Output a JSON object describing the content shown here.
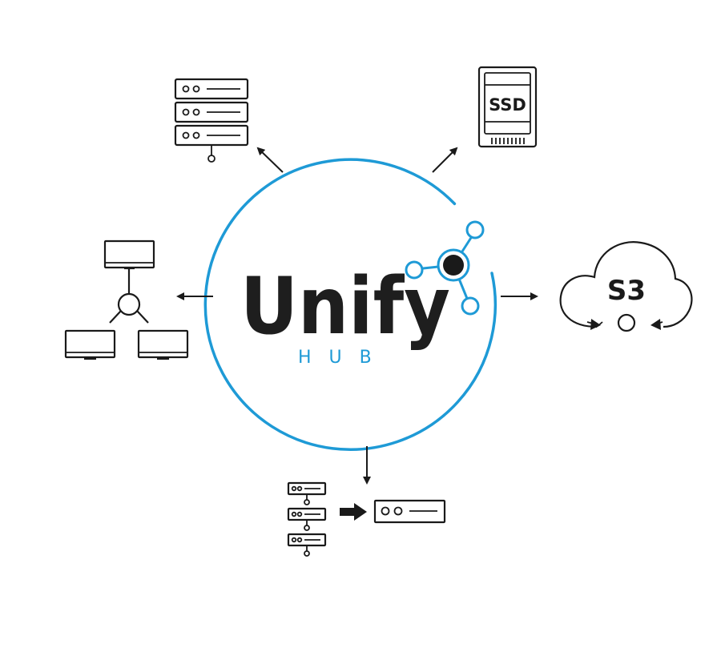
{
  "logo": {
    "name": "Unify",
    "subtitle": "HUB"
  },
  "nodes": {
    "ssd_label": "SSD",
    "s3_label": "S3"
  },
  "colors": {
    "accent": "#1e9ad6",
    "ink": "#1a1a1a",
    "background": "#ffffff"
  },
  "icons": [
    "server-stack-icon",
    "ssd-drive-icon",
    "s3-cloud-icon",
    "network-computers-icon",
    "server-migration-icon",
    "hub-molecule-icon"
  ]
}
